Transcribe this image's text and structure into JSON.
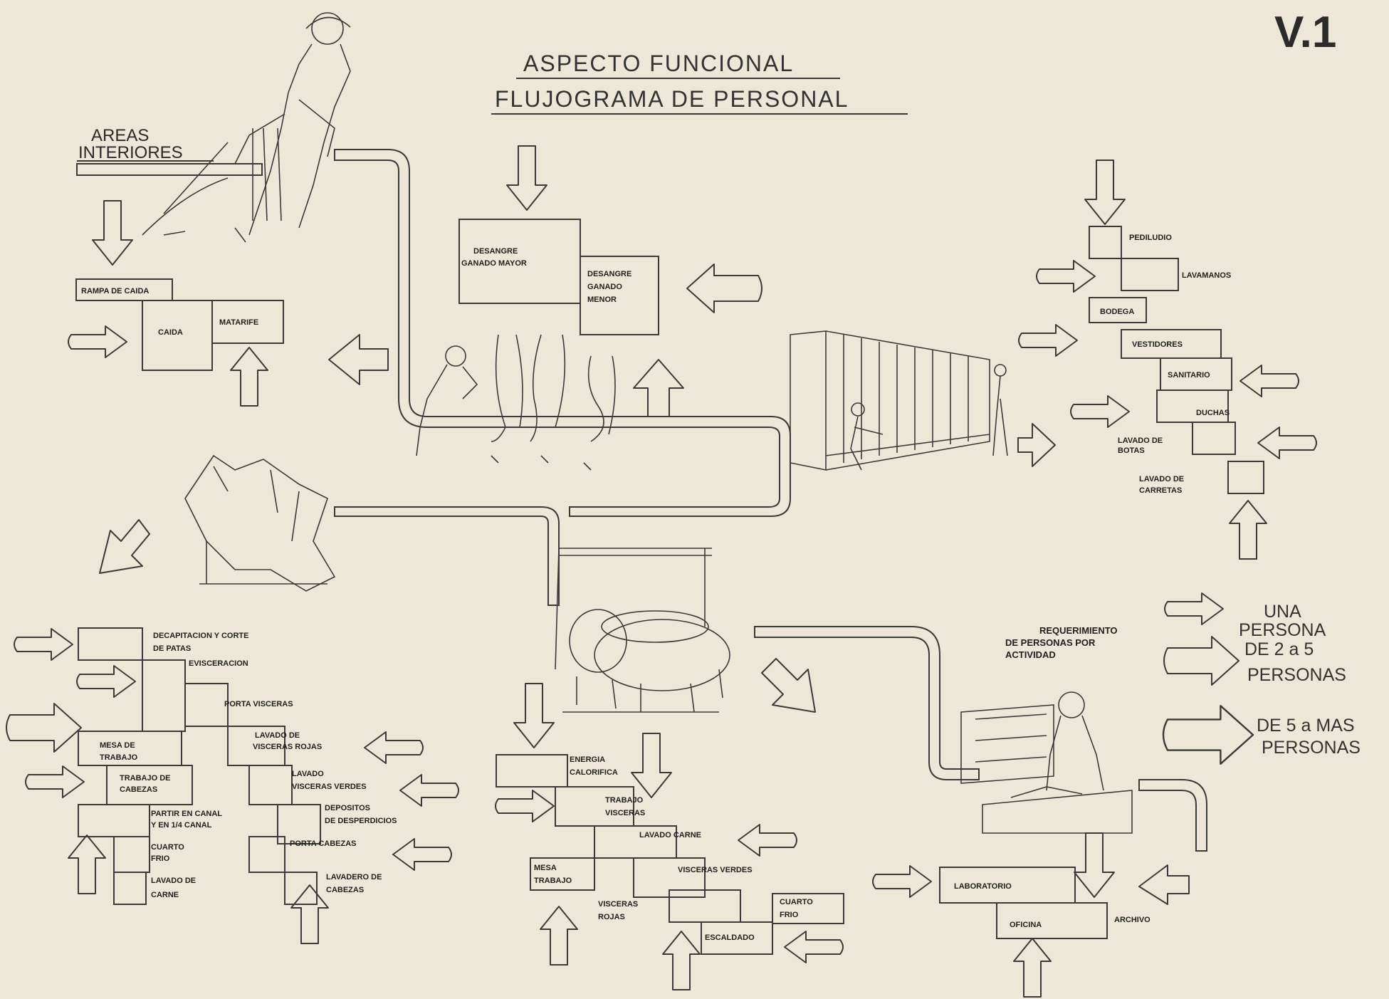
{
  "sheet_code": "V.1",
  "title_line1": "ASPECTO FUNCIONAL",
  "title_line2": "FLUJOGRAMA  DE PERSONAL",
  "areas_line1": "AREAS",
  "areas_line2": "INTERIORES",
  "labels": {
    "rampa": "RAMPA DE CAIDA",
    "caida": "CAIDA",
    "matarife": "MATARIFE",
    "desangre_mayor_1": "DESANGRE",
    "desangre_mayor_2": "GANADO MAYOR",
    "desangre_menor_1": "DESANGRE",
    "desangre_menor_2": "GANADO",
    "desangre_menor_3": "MENOR",
    "pediludio": "PEDILUDIO",
    "lavamanos": "LAVAMANOS",
    "bodega": "BODEGA",
    "vestidores": "VESTIDORES",
    "sanitario": "SANITARIO",
    "duchas": "DUCHAS",
    "lavado_botas_1": "LAVADO DE",
    "lavado_botas_2": "BOTAS",
    "lavado_carretas_1": "LAVADO DE",
    "lavado_carretas_2": "CARRETAS",
    "decap_1": "DECAPITACION Y CORTE",
    "decap_2": "DE PATAS",
    "evisceracion": "EVISCERACION",
    "porta_visceras": "PORTA VISCERAS",
    "mesa_1": "MESA DE",
    "mesa_2": "TRABAJO",
    "lavado_rojas_1": "LAVADO DE",
    "lavado_rojas_2": "VISCERAS ROJAS",
    "trabajo_cab_1": "TRABAJO DE",
    "trabajo_cab_2": "CABEZAS",
    "lavado_verdes_1": "LAVADO",
    "lavado_verdes_2": "VISCERAS VERDES",
    "partir_1": "PARTIR EN CANAL",
    "partir_2": "Y EN 1/4 CANAL",
    "depositos_1": "DEPOSITOS",
    "depositos_2": "DE DESPERDICIOS",
    "cuarto_frio_1": "CUARTO",
    "cuarto_frio_2": "FRIO",
    "porta_cabezas": "PORTA CABEZAS",
    "lavado_carne_1": "LAVADO DE",
    "lavado_carne_2": "CARNE",
    "lavadero_cab_1": "LAVADERO DE",
    "lavadero_cab_2": "CABEZAS",
    "energia_1": "ENERGIA",
    "energia_2": "CALORIFICA",
    "trabajo_visc_1": "TRABAJO",
    "trabajo_visc_2": "VISCERAS",
    "lavado_carne_mid": "LAVADO CARNE",
    "mesa_trabajo_1": "MESA",
    "mesa_trabajo_2": "TRABAJO",
    "visceras_verdes": "VISCERAS VERDES",
    "visceras_rojas_1": "VISCERAS",
    "visceras_rojas_2": "ROJAS",
    "cuarto_frio_mid_1": "CUARTO",
    "cuarto_frio_mid_2": "FRIO",
    "escaldado": "ESCALDADO",
    "laboratorio": "LABORATORIO",
    "oficina": "OFICINA",
    "archivo": "ARCHIVO"
  },
  "legend": {
    "title_1": "REQUERIMIENTO",
    "title_2": "DE PERSONAS POR",
    "title_3": "ACTIVIDAD",
    "una_1": "UNA",
    "una_2": "PERSONA",
    "dos_1": "DE 2 a 5",
    "dos_2": "PERSONAS",
    "cinco_1": "DE 5 a MAS",
    "cinco_2": "PERSONAS"
  }
}
